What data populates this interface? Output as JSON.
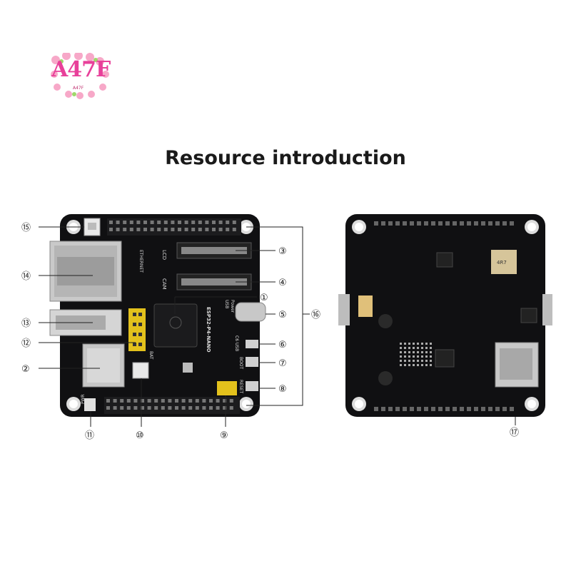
{
  "logo": {
    "text": "A47F",
    "sub": "A47F",
    "colors": [
      "#f7a8c8",
      "#e8409a",
      "#9fd86b"
    ]
  },
  "heading": "Resource introduction",
  "callouts": [
    "①",
    "②",
    "③",
    "④",
    "⑤",
    "⑥",
    "⑦",
    "⑧",
    "⑨",
    "⑩",
    "⑪",
    "⑫",
    "⑬",
    "⑭",
    "⑮",
    "⑯",
    "⑰"
  ],
  "silkscreen": {
    "board_name": "ESP32-P4-NANO",
    "lcd": "LCD",
    "cam": "CAM",
    "ethernet": "ETHERNET",
    "usb": "USB",
    "power": "Power",
    "c6_usb": "C6 USB",
    "boot": "BOOT",
    "reset": "RESET",
    "bat": "BAT",
    "pwr": "PWR",
    "chip_code": "4R7"
  }
}
